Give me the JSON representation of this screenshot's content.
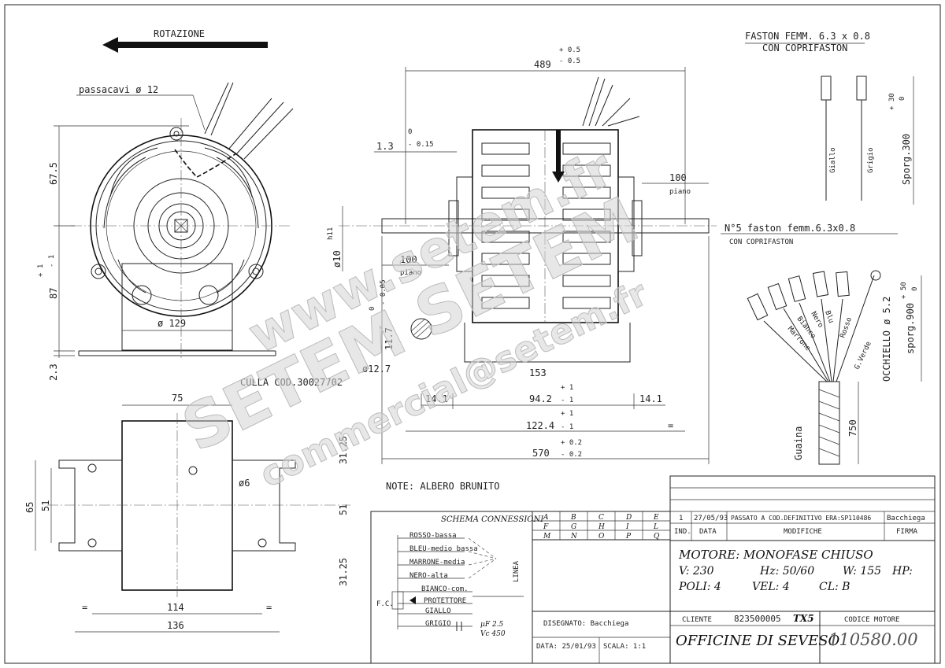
{
  "header": {
    "rotation_label": "ROTAZIONE"
  },
  "front_view": {
    "cable_gland": "passacavi ø 12",
    "dim_67_5": "67.5",
    "dim_87": "87",
    "dim_87_tol_plus": "+ 1",
    "dim_87_tol_minus": "- 1",
    "dim_2_3": "2.3",
    "dim_129": "ø 129"
  },
  "side_view": {
    "dim_489": "489",
    "dim_489_tol_plus": "+ 0.5",
    "dim_489_tol_minus": "- 0.5",
    "dim_1_3": "1.3",
    "dim_1_3_tol_plus": "0",
    "dim_1_3_tol_minus": "- 0.15",
    "dim_100_left": "100",
    "flat_left": "piano",
    "dim_100_right": "100",
    "flat_right": "piano",
    "shaft_dia": "ø10",
    "shaft_tol": "h11",
    "dim_11_7": "11.7",
    "dim_11_7_tol_plus": "0",
    "dim_11_7_tol_minus": "- 0.05",
    "dim_12_7": "ø12.7",
    "dim_153": "153",
    "dim_14_1_left": "14.1",
    "dim_94_2": "94.2",
    "dim_94_2_tol_plus": "+ 1",
    "dim_94_2_tol_minus": "- 1",
    "dim_14_1_right": "14.1",
    "dim_122_4": "122.4",
    "dim_122_4_tol_plus": "+ 1",
    "dim_122_4_tol_minus": "- 1",
    "dim_570": "570",
    "dim_570_tol_plus": "+ 0.2",
    "dim_570_tol_minus": "- 0.2",
    "equal_sign": "="
  },
  "cradle_view": {
    "cradle_code": "CULLA COD.30027702",
    "dim_75": "75",
    "dim_31_25_top": "31.25",
    "dim_31_25_bottom": "31.25",
    "dim_65": "65",
    "dim_51_left": "51",
    "dim_51_right": "51",
    "hole_dia": "ø6",
    "dim_114": "114",
    "dim_136": "136",
    "equal_sign": "="
  },
  "terminals": {
    "faston_title": "FASTON FEMM. 6.3 x 0.8",
    "faston_cover": "CON COPRIFASTON",
    "wire_yellow": "Giallo",
    "wire_grey": "Grigio",
    "sporg_300": "Sporg.300",
    "sporg_300_tol_plus": "+ 30",
    "sporg_300_tol_minus": "0",
    "note_5_faston": "N°5 faston femm.6.3x0.8",
    "note_cover": "CON COPRIFASTON",
    "wires": [
      "Marrone",
      "Bianco",
      "Nero",
      "Blu",
      "Rosso",
      "G.Verde"
    ],
    "eyelet": "OCCHIELLO ø 5.2",
    "sporg_900": "sporg.900",
    "sporg_900_tol_plus": "+ 50",
    "sporg_900_tol_minus": "0",
    "sheath": "Guaina",
    "dim_750": "750"
  },
  "notes": {
    "text": "NOTE: ALBERO BRUNITO"
  },
  "schema": {
    "title": "SCHEMA CONNESSIONI",
    "line_label": "LINEA",
    "labels": [
      "ROSSO-bassa",
      "BLEU-medio bassa",
      "MARRONE-media",
      "NERO-alta",
      "BIANCO-com.",
      "PROTETTORE",
      "GIALLO",
      "GRIGIO"
    ],
    "fc_label": "F.C.",
    "cap_value": "µF 2.5",
    "cap_voltage": "Vc 450"
  },
  "revision_grid": {
    "row1": [
      "A",
      "B",
      "C",
      "D",
      "E"
    ],
    "row2": [
      "F",
      "G",
      "H",
      "I",
      "L"
    ],
    "row3": [
      "M",
      "N",
      "O",
      "P",
      "Q"
    ]
  },
  "revisions": {
    "entry": {
      "ind": "1",
      "date": "27/05/93",
      "change": "PASSATO A COD.DEFINITIVO ERA:SP110486",
      "sign": "Bacchiega"
    },
    "headers": {
      "ind": "IND.",
      "date": "DATA",
      "changes": "MODIFICHE",
      "sign": "FIRMA"
    }
  },
  "title_block": {
    "motor_label": "MOTORE: MONOFASE CHIUSO",
    "volt": "V: 230",
    "hz": "Hz: 50/60",
    "watt": "W: 155",
    "hp": "HP:",
    "poles": "POLI: 4",
    "speed": "VEL: 4",
    "class": "CL: B",
    "drawn_by": "DISEGNATO: Bacchiega",
    "date": "DATA: 25/01/93",
    "scale": "SCALA: 1:1",
    "client_label": "CLIENTE",
    "client_code": "823500005",
    "client_model": "TX5",
    "company": "OFFICINE DI SEVESO",
    "motor_code_label": "CODICE MOTORE",
    "motor_code": "110580.00"
  },
  "watermark": {
    "line1": "www.setem.fr",
    "line2": "SETEM SETEM",
    "line3": "commercial@setem.fr"
  }
}
